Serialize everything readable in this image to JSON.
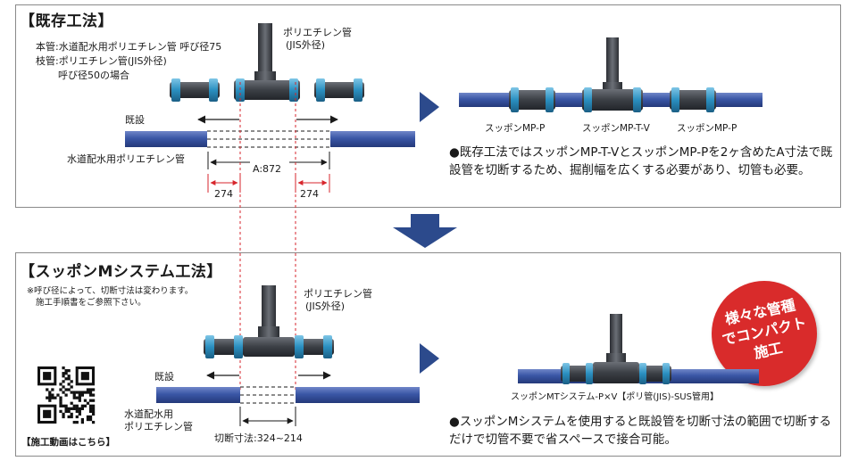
{
  "colors": {
    "pipe_blue": "#3a56a6",
    "fitting_dark": "#3b3f45",
    "coupling_teal": "#2a8fc0",
    "arrow_navy": "#2c4a8c",
    "dim_red": "#d7262c",
    "badge_red": "#d92b2b"
  },
  "top": {
    "title": "【既存工法】",
    "spec_lines": [
      "本管:水道配水用ポリエチレン管 呼び径75",
      "枝管:ポリエチレン管(JIS外径)",
      "呼び径50の場合"
    ],
    "branch_label_1": "ポリエチレン管",
    "branch_label_2": "(JIS外径)",
    "existing_label": "既設",
    "main_pipe_label": "水道配水用ポリエチレン管",
    "dim_a": "A:872",
    "dim_left": "274",
    "dim_right": "274",
    "result_labels": [
      "スッポンMP-P",
      "スッポンMP-T-V",
      "スッポンMP-P"
    ],
    "description": "●既存工法ではスッポンMP-T-VとスッポンMP-Pを2ヶ含めたA寸法で既設管を切断するため、掘削幅を広くする必要があり、切管も必要。"
  },
  "bottom": {
    "title": "【スッポンMシステム工法】",
    "note_lines": [
      "※呼び径によって、切断寸法は変わります。",
      "施工手順書をご参照下さい。"
    ],
    "branch_label_1": "ポリエチレン管",
    "branch_label_2": "(JIS外径)",
    "existing_label": "既設",
    "main_pipe_label_1": "水道配水用",
    "main_pipe_label_2": "ポリエチレン管",
    "cut_dim": "切断寸法:324~214",
    "qr_caption": "【施工動画はこちら】",
    "result_label": "スッポンMTシステム-P×V【ポリ管(JIS)-SUS管用】",
    "description": "●スッポンMシステムを使用すると既設管を切断寸法の範囲で切断するだけで切管不要で省スペースで接合可能。",
    "badge_lines": [
      "様々な管種",
      "でコンパクト",
      "施工"
    ]
  }
}
